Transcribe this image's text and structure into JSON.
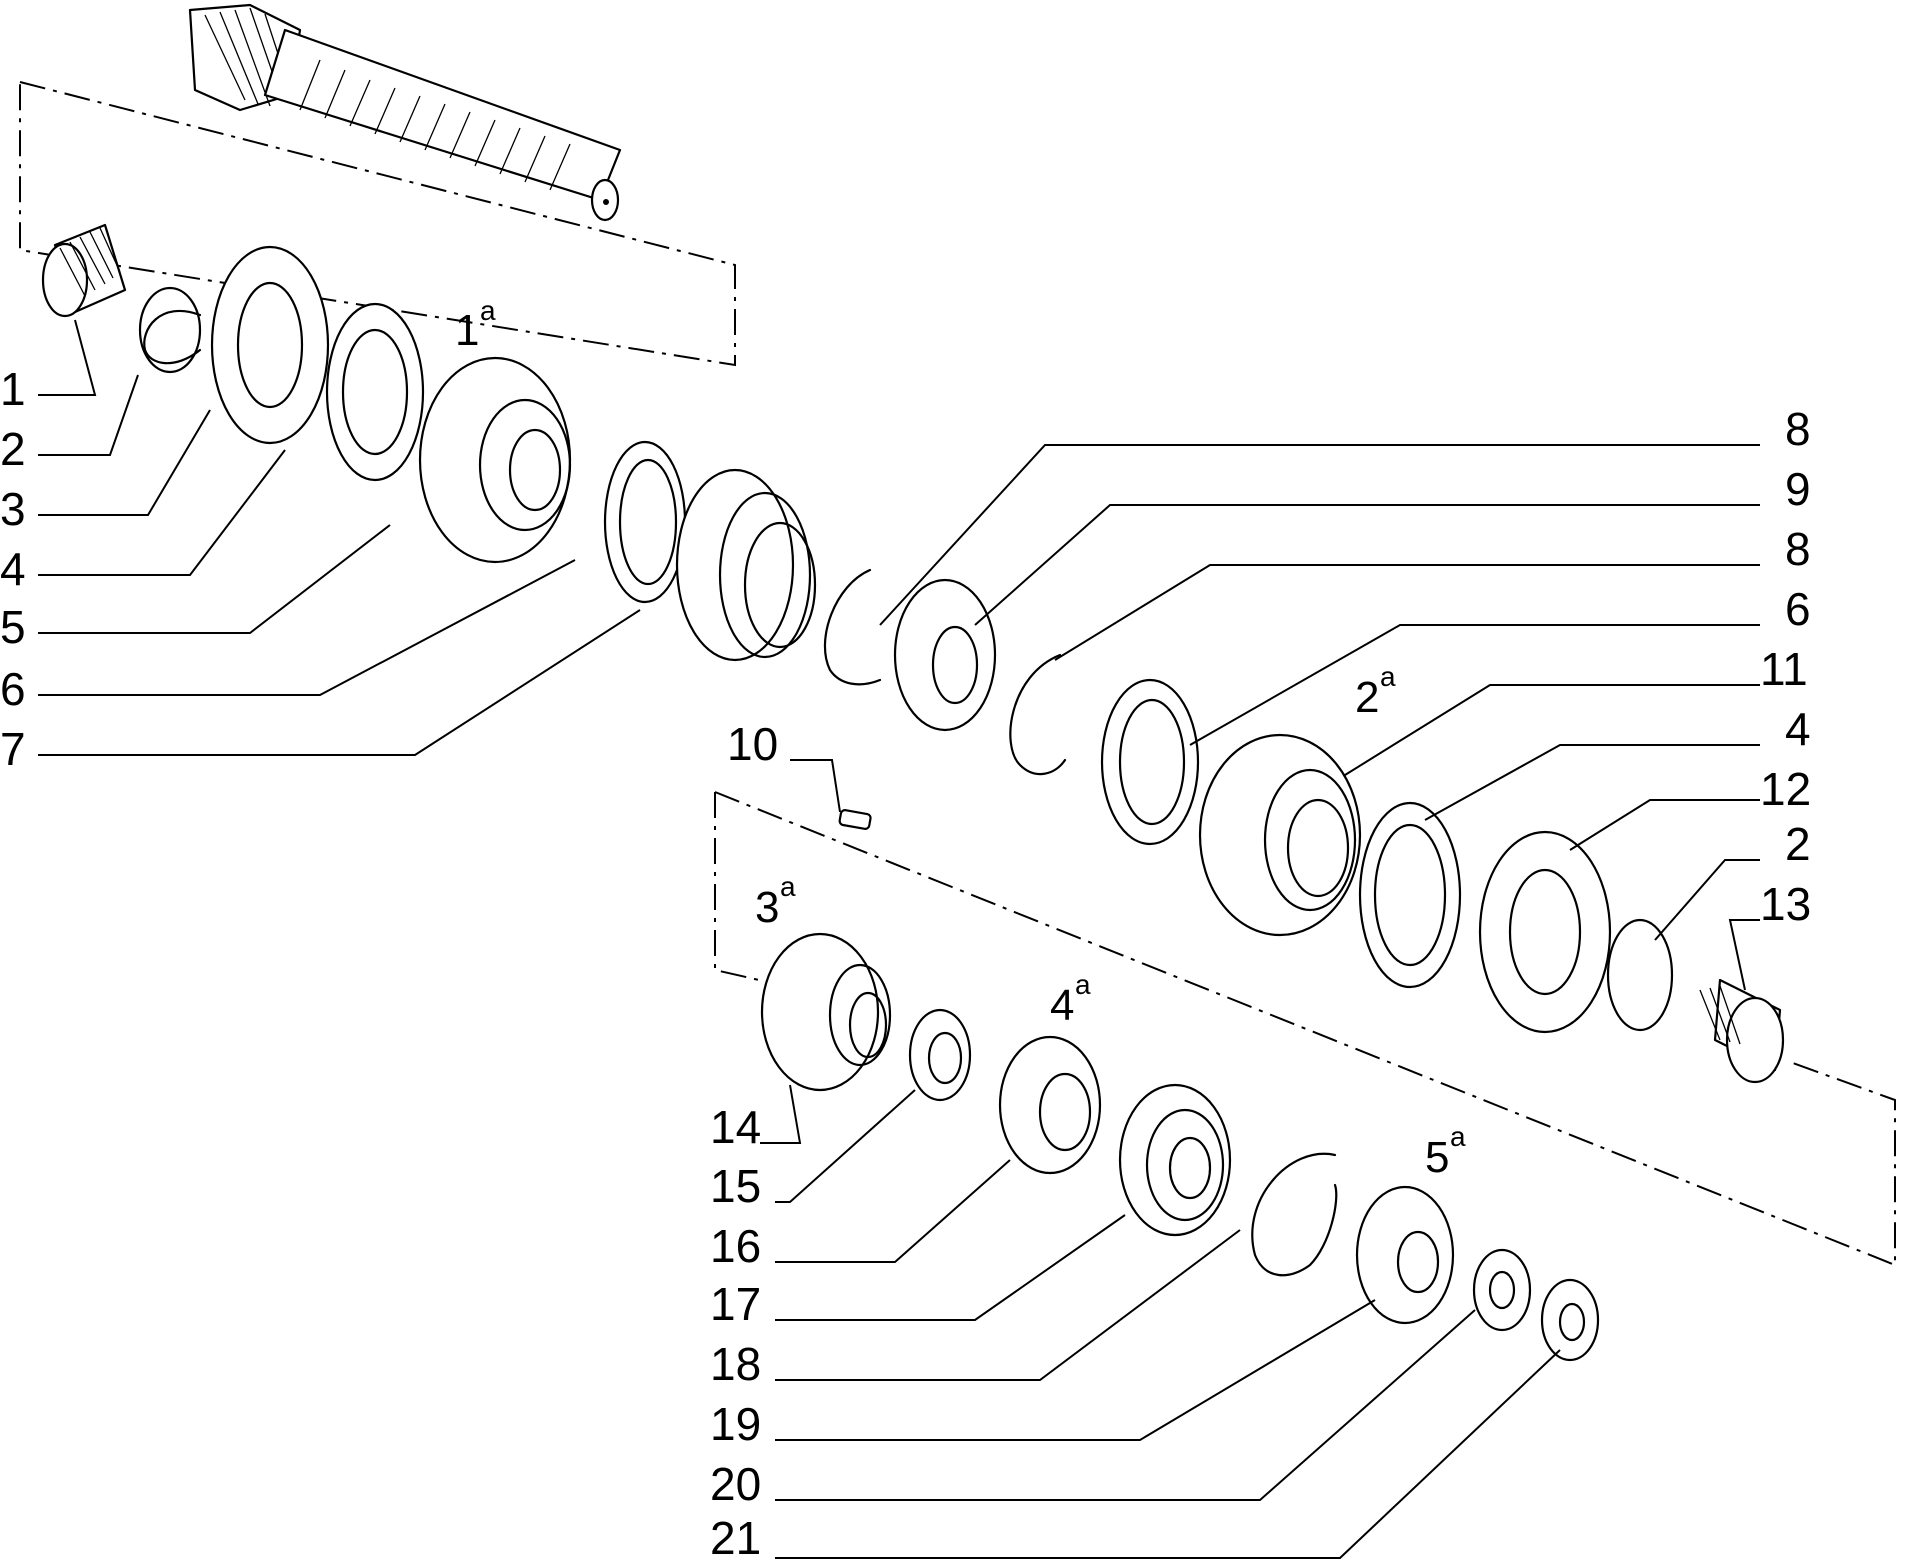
{
  "callouts": [
    "1",
    "2",
    "3",
    "4",
    "5",
    "6",
    "7",
    "8",
    "9",
    "8",
    "6",
    "11",
    "4",
    "12",
    "2",
    "13",
    "10",
    "14",
    "15",
    "16",
    "17",
    "18",
    "19",
    "20",
    "21"
  ],
  "gears": [
    {
      "num": "1",
      "sup": "a"
    },
    {
      "num": "2",
      "sup": "a"
    },
    {
      "num": "3",
      "sup": "a"
    },
    {
      "num": "4",
      "sup": "a"
    },
    {
      "num": "5",
      "sup": "a"
    }
  ]
}
